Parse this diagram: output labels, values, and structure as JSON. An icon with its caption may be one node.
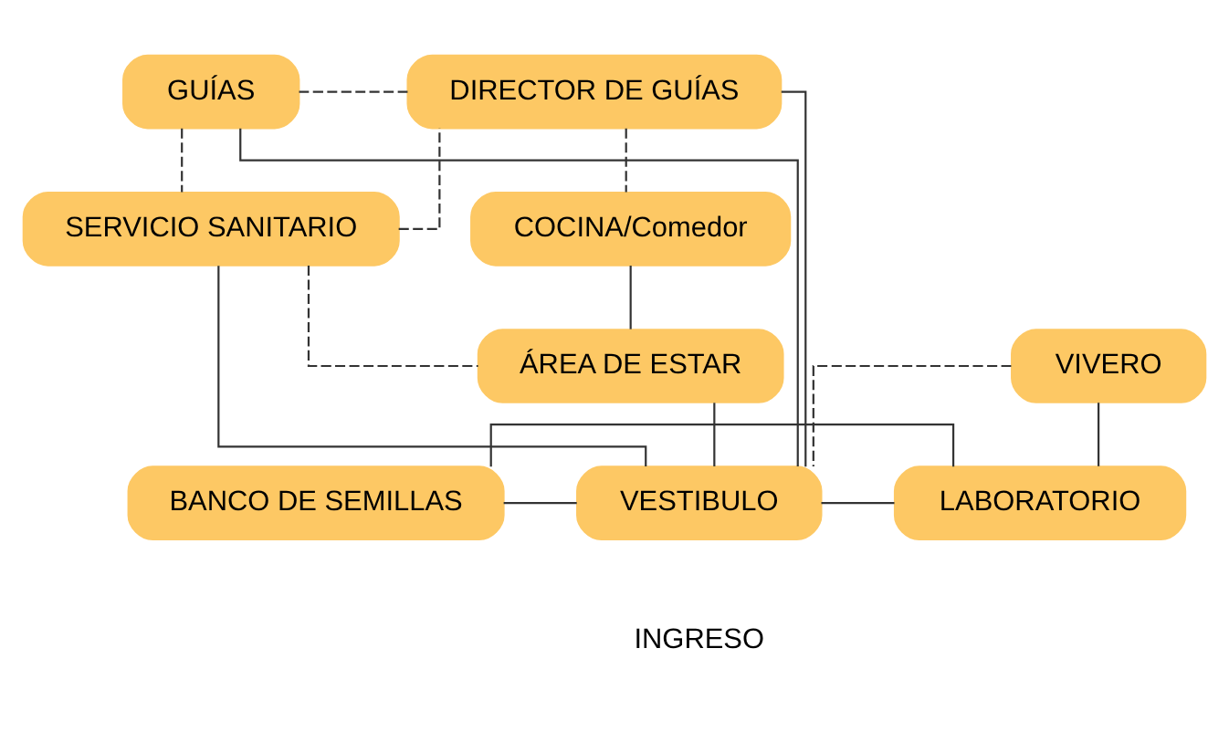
{
  "diagram": {
    "nodes": [
      {
        "text": [
          "GUÍAS"
        ]
      },
      {
        "text": [
          "DIRECTOR DE GUÍAS"
        ]
      },
      {
        "text": [
          "SERVICIO SANITARIO"
        ]
      },
      {
        "text": [
          "COCINA/Comedor"
        ]
      },
      {
        "text": [
          "BANCO DE SEMILLAS"
        ]
      },
      {
        "text": [
          "VESTIBULO"
        ]
      },
      {
        "text": [
          "LABORATORIO"
        ]
      },
      {
        "text": [
          "VIVERO"
        ]
      },
      {
        "text": [
          "ÁREA DE ESTAR"
        ]
      }
    ],
    "edges": [
      {
        "from": 0,
        "to": 1,
        "arrow": "none",
        "style": "dashed"
      },
      {
        "from": 0,
        "to": 2,
        "arrow": "none",
        "style": "dashed"
      },
      {
        "from": 2,
        "to": 1,
        "arrow": "none",
        "style": "dashed"
      },
      {
        "from": 1,
        "to": 3,
        "arrow": "none",
        "style": "dashed"
      },
      {
        "from": 0,
        "to": 5,
        "arrow": "none"
      },
      {
        "from": 1,
        "to": 5,
        "arrow": "none"
      },
      {
        "from": 2,
        "to": 5,
        "arrow": "none"
      },
      {
        "from": 2,
        "to": 8,
        "arrow": "none",
        "style": "dashed"
      },
      {
        "from": 3,
        "to": 8,
        "arrow": "none"
      },
      {
        "from": 5,
        "to": 6,
        "arrow": "none"
      },
      {
        "from": 4,
        "to": 5,
        "arrow": "none"
      },
      {
        "from": 4,
        "to": 6,
        "arrow": "none"
      },
      {
        "from": 7,
        "to": 5,
        "arrow": "none",
        "style": "dashed"
      },
      {
        "from": 7,
        "to": 6,
        "arrow": "none"
      },
      {
        "from": 5,
        "to": 8,
        "arrow": "none"
      }
    ],
    "labels": [
      "INGRESO"
    ]
  }
}
